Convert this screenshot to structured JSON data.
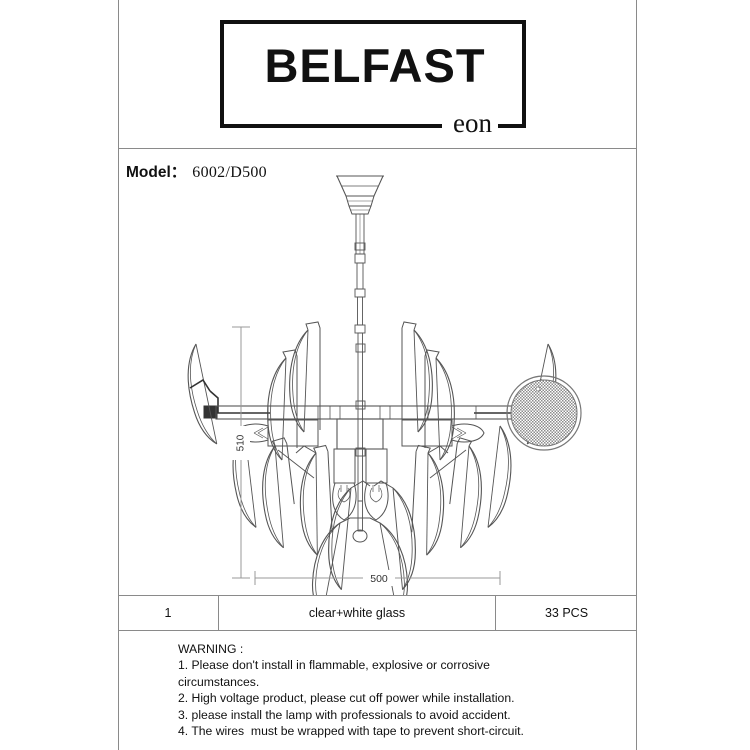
{
  "logo": {
    "brand": "BELFAST",
    "sub": "eon"
  },
  "model": {
    "label": "Model：",
    "value": "6002/D500"
  },
  "dimensions": {
    "height_label": "510",
    "width_label": "500"
  },
  "table": {
    "quantity": "1",
    "material": "clear+white glass",
    "pieces": "33 PCS"
  },
  "warning": {
    "title": "WARNING :",
    "lines": [
      "1. Please don't install in flammable, explosive or corrosive",
      "circumstances.",
      "2. High voltage product, please cut off power while installation.",
      "3. please install the lamp with professionals to avoid accident.",
      "4. The wires  must be wrapped with tape to prevent short-circuit."
    ]
  },
  "colors": {
    "frame": "#8a8a8a",
    "ink": "#111111",
    "line": "#555555",
    "dimension": "#999999",
    "swatch": "#8c8c8c"
  },
  "icons": {
    "swatch": "glass-material-swatch-icon",
    "product": "chandelier-drawing-icon"
  }
}
